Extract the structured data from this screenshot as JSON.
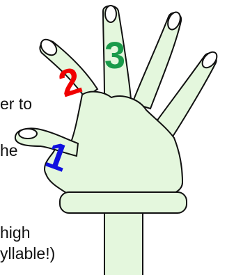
{
  "text_fragments": [
    "er to",
    "he",
    "high",
    "yllable!)"
  ],
  "finger_numbers": {
    "one": "1",
    "two": "2",
    "three": "3"
  },
  "colors": {
    "hand_fill": "#e4f7dd",
    "outline": "#111111",
    "nail_fill": "#ffffff",
    "number_one": "#1010e0",
    "number_two": "#f00000",
    "number_three": "#1a9a4a"
  }
}
